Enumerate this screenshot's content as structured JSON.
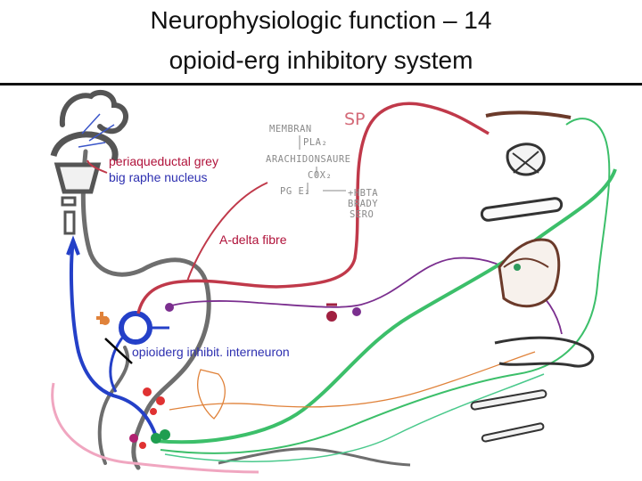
{
  "title": {
    "line1": "Neurophysiologic function – 14",
    "line2": "opioid-erg inhibitory system"
  },
  "labels": {
    "periaqueductal": "periaqueductal grey",
    "raphe": "big raphe nucleus",
    "a_delta": "A-delta fibre",
    "interneuron": "opioiderg inhibit. interneuron"
  },
  "pathway_notes": {
    "membran": "MEMBRAN",
    "pla2": "PLA₂",
    "arachidonic": "ARACHIDONSAURE",
    "cox2": "COX₂",
    "pge2": "PG E₂",
    "sp": "SP",
    "hbta": "+HBTA",
    "brady": "BRADY",
    "sero": "SERO"
  },
  "colors": {
    "red_fibre": "#c0394a",
    "purple_fibre": "#7b2f8f",
    "green_fibre": "#3cbf6a",
    "blue_neuron": "#2440c8",
    "orange_fibre": "#e0823a",
    "pink_fibre": "#f0a6c0",
    "brown": "#6b3a2a"
  }
}
